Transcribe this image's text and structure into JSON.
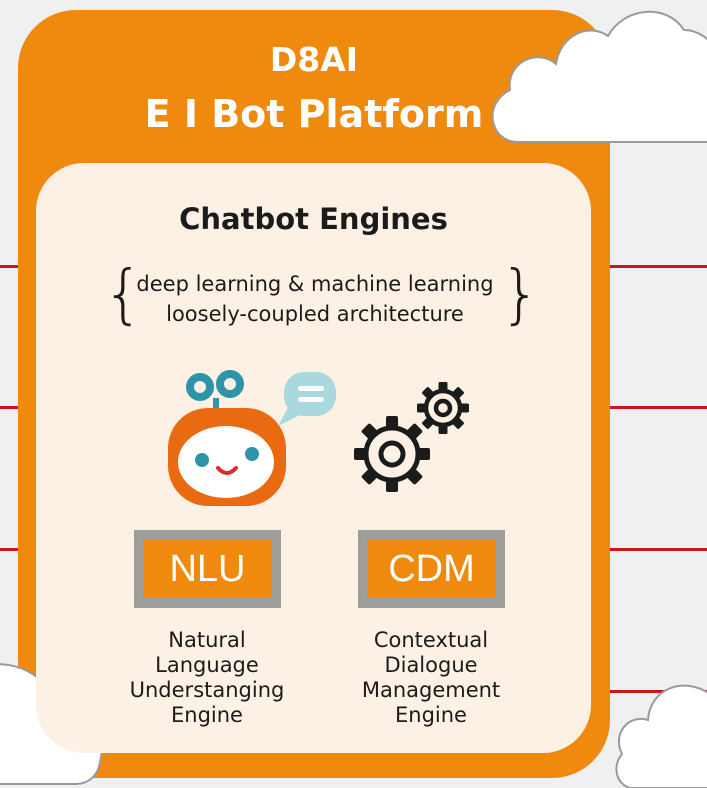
{
  "platform": {
    "title_line1": "D8AI",
    "title_line2": "E I Bot Platform"
  },
  "engines": {
    "heading": "Chatbot Engines",
    "features": [
      "deep learning & machine learning",
      "loosely-coupled architecture"
    ]
  },
  "modules": [
    {
      "label": "NLU",
      "icon": "robot-head-icon",
      "description_lines": [
        "Natural",
        "Language",
        "Understanging",
        "Engine"
      ]
    },
    {
      "label": "CDM",
      "icon": "gears-icon",
      "description_lines": [
        "Contextual",
        "Dialogue",
        "Management",
        "Engine"
      ]
    }
  ],
  "colors": {
    "accent": "#ef8a0e",
    "inner_panel": "#fdf0e4",
    "line_red": "#c8161d",
    "box_border": "#9d9d9d",
    "speech_bubble": "#a9d8df",
    "robot_ears": "#2e94a8"
  }
}
